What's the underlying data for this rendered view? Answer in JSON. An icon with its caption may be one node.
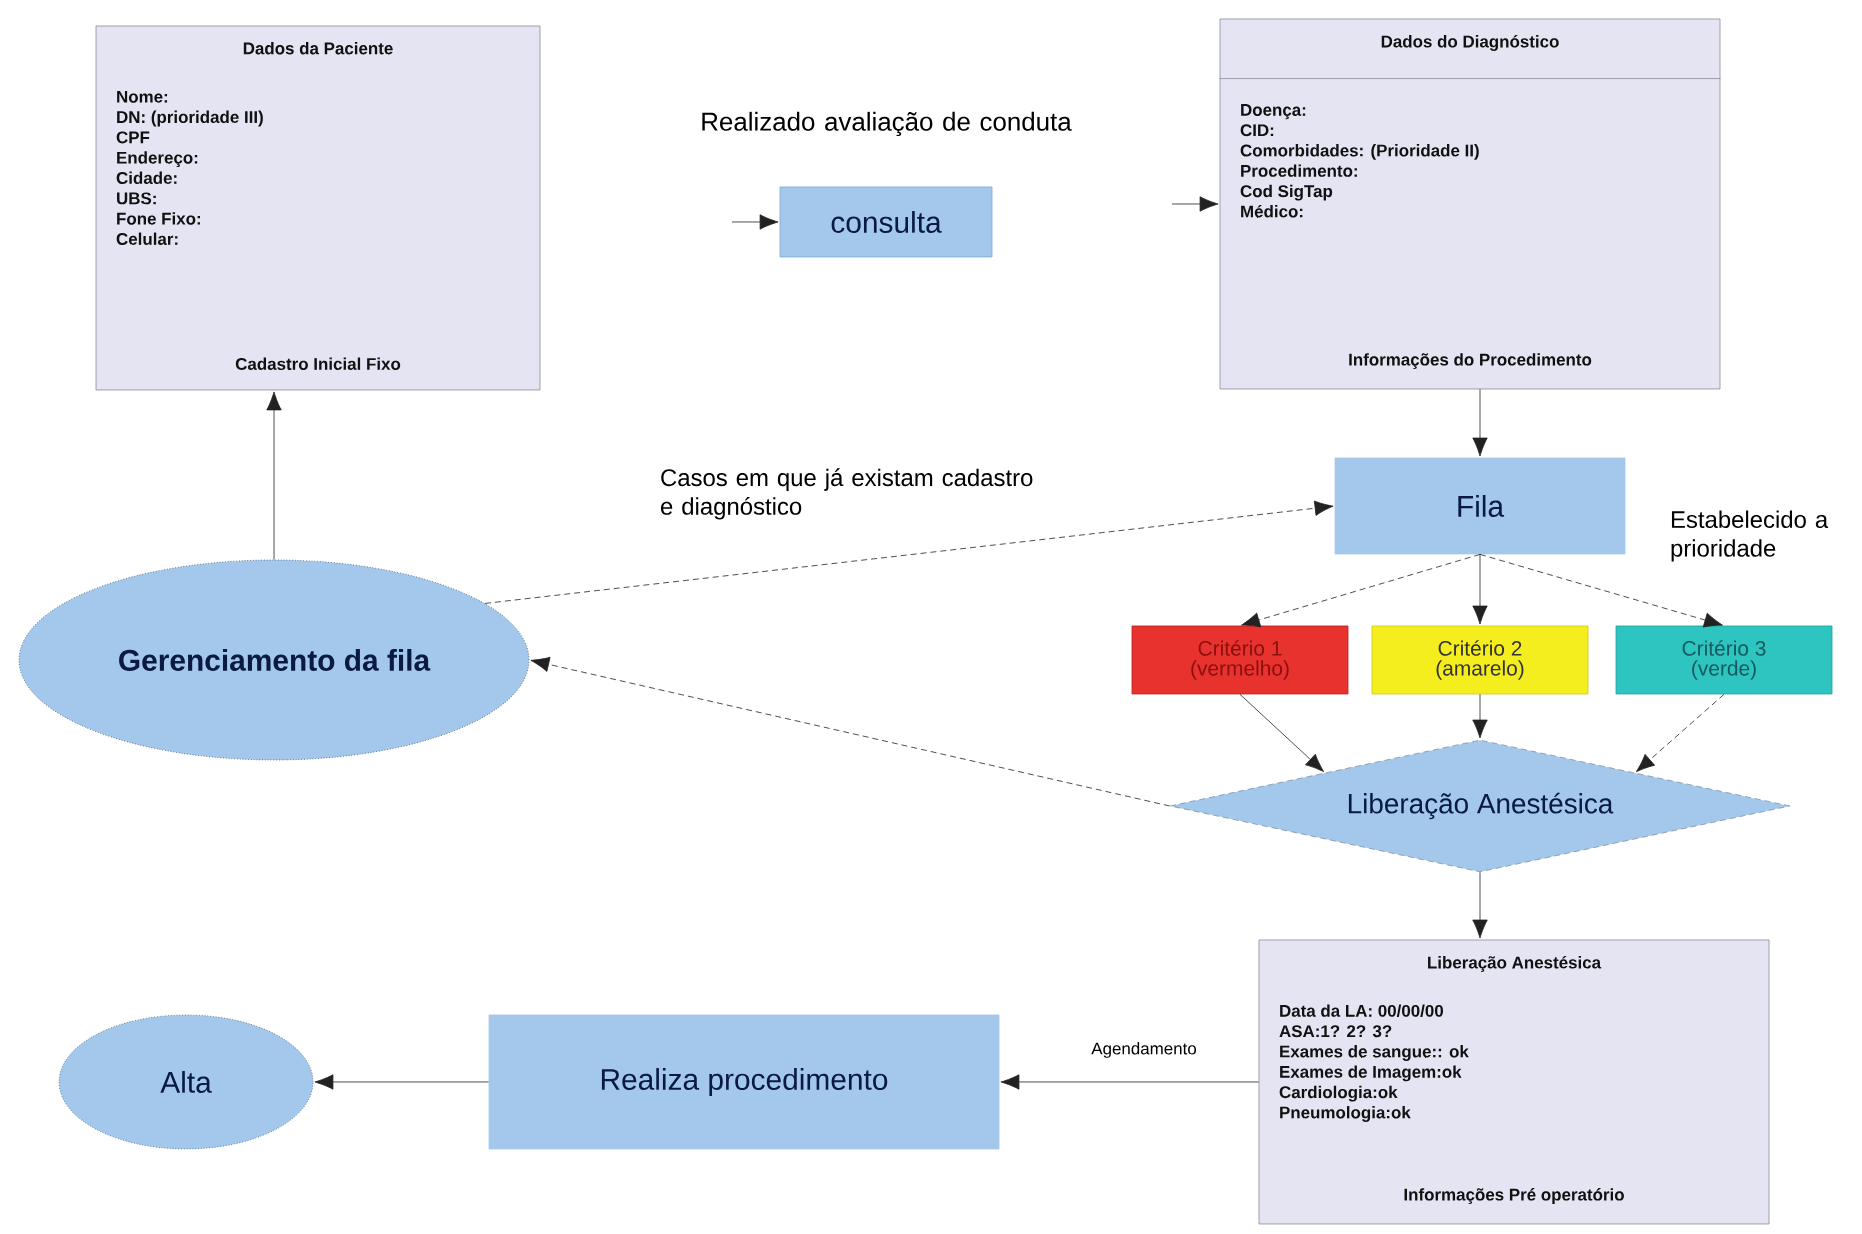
{
  "diagram": {
    "nodes": [
      {
        "text": [
          "Dados da Paciente",
          "Nome:",
          "DN: (prioridade III)",
          "CPF",
          "Endereço:",
          "Cidade:",
          "UBS:",
          "Fone Fixo:",
          "Celular:",
          "Cadastro Inicial Fixo"
        ]
      },
      {
        "text": [
          "consulta"
        ],
        "beside": [
          "Realizado avaliação de conduta"
        ]
      },
      {
        "text": [
          "Dados do Diagnóstico",
          "Doença:",
          "CID:",
          "Comorbidades: (Prioridade II)",
          "Procedimento:",
          "Cod SigTap",
          "Médico:",
          "Informações do Procedimento"
        ]
      },
      {
        "text": [
          "Fila"
        ]
      },
      {
        "text": [
          "Critério 1",
          "(vermelho)"
        ]
      },
      {
        "text": [
          "Critério 2",
          "(amarelo)"
        ]
      },
      {
        "text": [
          "Critério 3",
          "(verde)"
        ]
      },
      {
        "text": [
          "Liberação Anestésica"
        ]
      },
      {
        "text": [
          "Gerenciamento da fila"
        ]
      },
      {
        "text": [
          "Liberação Anestésica",
          "Data da LA: 00/00/00",
          "ASA:1? 2? 3?",
          "Exames de sangue:: ok",
          "Exames de Imagem:ok",
          "Cardiologia:ok",
          "Pneumologia:ok",
          "Informações Pré operatório"
        ]
      },
      {
        "text": [
          "Realiza procedimento"
        ]
      },
      {
        "text": [
          "Alta"
        ]
      }
    ],
    "edges": [
      {
        "from": null,
        "to": 1,
        "arrow": "to"
      },
      {
        "from": null,
        "to": 2,
        "arrow": "to"
      },
      {
        "from": 8,
        "to": 0,
        "arrow": "to"
      },
      {
        "from": 2,
        "to": 3,
        "arrow": "to"
      },
      {
        "from": 8,
        "to": 3,
        "arrow": "to",
        "style": "dashed",
        "label": "Casos em que já existam cadastro e diagnóstico"
      },
      {
        "from": 3,
        "to": 4,
        "arrow": "to",
        "style": "dashed"
      },
      {
        "from": 3,
        "to": 5,
        "arrow": "to"
      },
      {
        "from": 3,
        "to": 6,
        "arrow": "to",
        "style": "dashed",
        "label": "Estabelecido a prioridade"
      },
      {
        "from": 4,
        "to": 7,
        "arrow": "to"
      },
      {
        "from": 5,
        "to": 7,
        "arrow": "to"
      },
      {
        "from": 6,
        "to": 7,
        "arrow": "to",
        "style": "dashed"
      },
      {
        "from": 7,
        "to": 8,
        "arrow": "to",
        "style": "dashed"
      },
      {
        "from": 7,
        "to": 9,
        "arrow": "to"
      },
      {
        "from": 9,
        "to": 10,
        "arrow": "to",
        "label": "Agendamento"
      },
      {
        "from": 10,
        "to": 11,
        "arrow": "to"
      }
    ]
  }
}
